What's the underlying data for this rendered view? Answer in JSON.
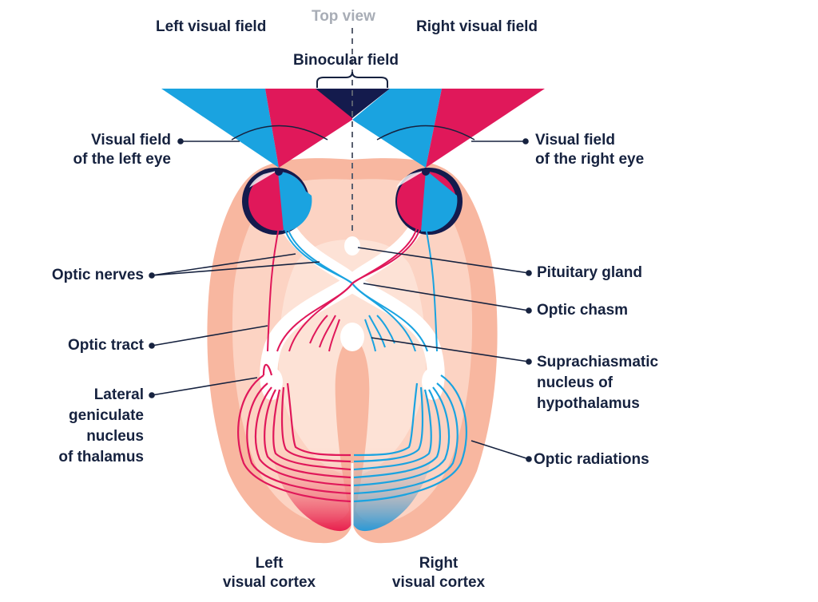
{
  "labels": {
    "top_view": "Top view",
    "left_visual_field": "Left visual field",
    "right_visual_field": "Right visual field",
    "binocular_field": "Binocular field",
    "visual_field_left_eye": [
      "Visual field",
      "of the left eye"
    ],
    "visual_field_right_eye": [
      "Visual field",
      "of the right eye"
    ],
    "optic_nerves": "Optic nerves",
    "optic_tract": "Optic tract",
    "lateral_geniculate": [
      "Lateral",
      "geniculate",
      "nucleus",
      "of thalamus"
    ],
    "pituitary_gland": "Pituitary gland",
    "optic_chasm": "Optic chasm",
    "suprachiasmatic": [
      "Suprachiasmatic",
      "nucleus of",
      "hypothalamus"
    ],
    "optic_radiations": "Optic radiations",
    "left_visual_cortex": [
      "Left",
      "visual cortex"
    ],
    "right_visual_cortex": [
      "Right",
      "visual cortex"
    ]
  },
  "colors": {
    "blue": "#1aa3e0",
    "red": "#e0185a",
    "navy": "#141b4d",
    "text": "#16223f",
    "brain_outer": "#f8b7a0",
    "brain_inner": "#fde2d6"
  }
}
